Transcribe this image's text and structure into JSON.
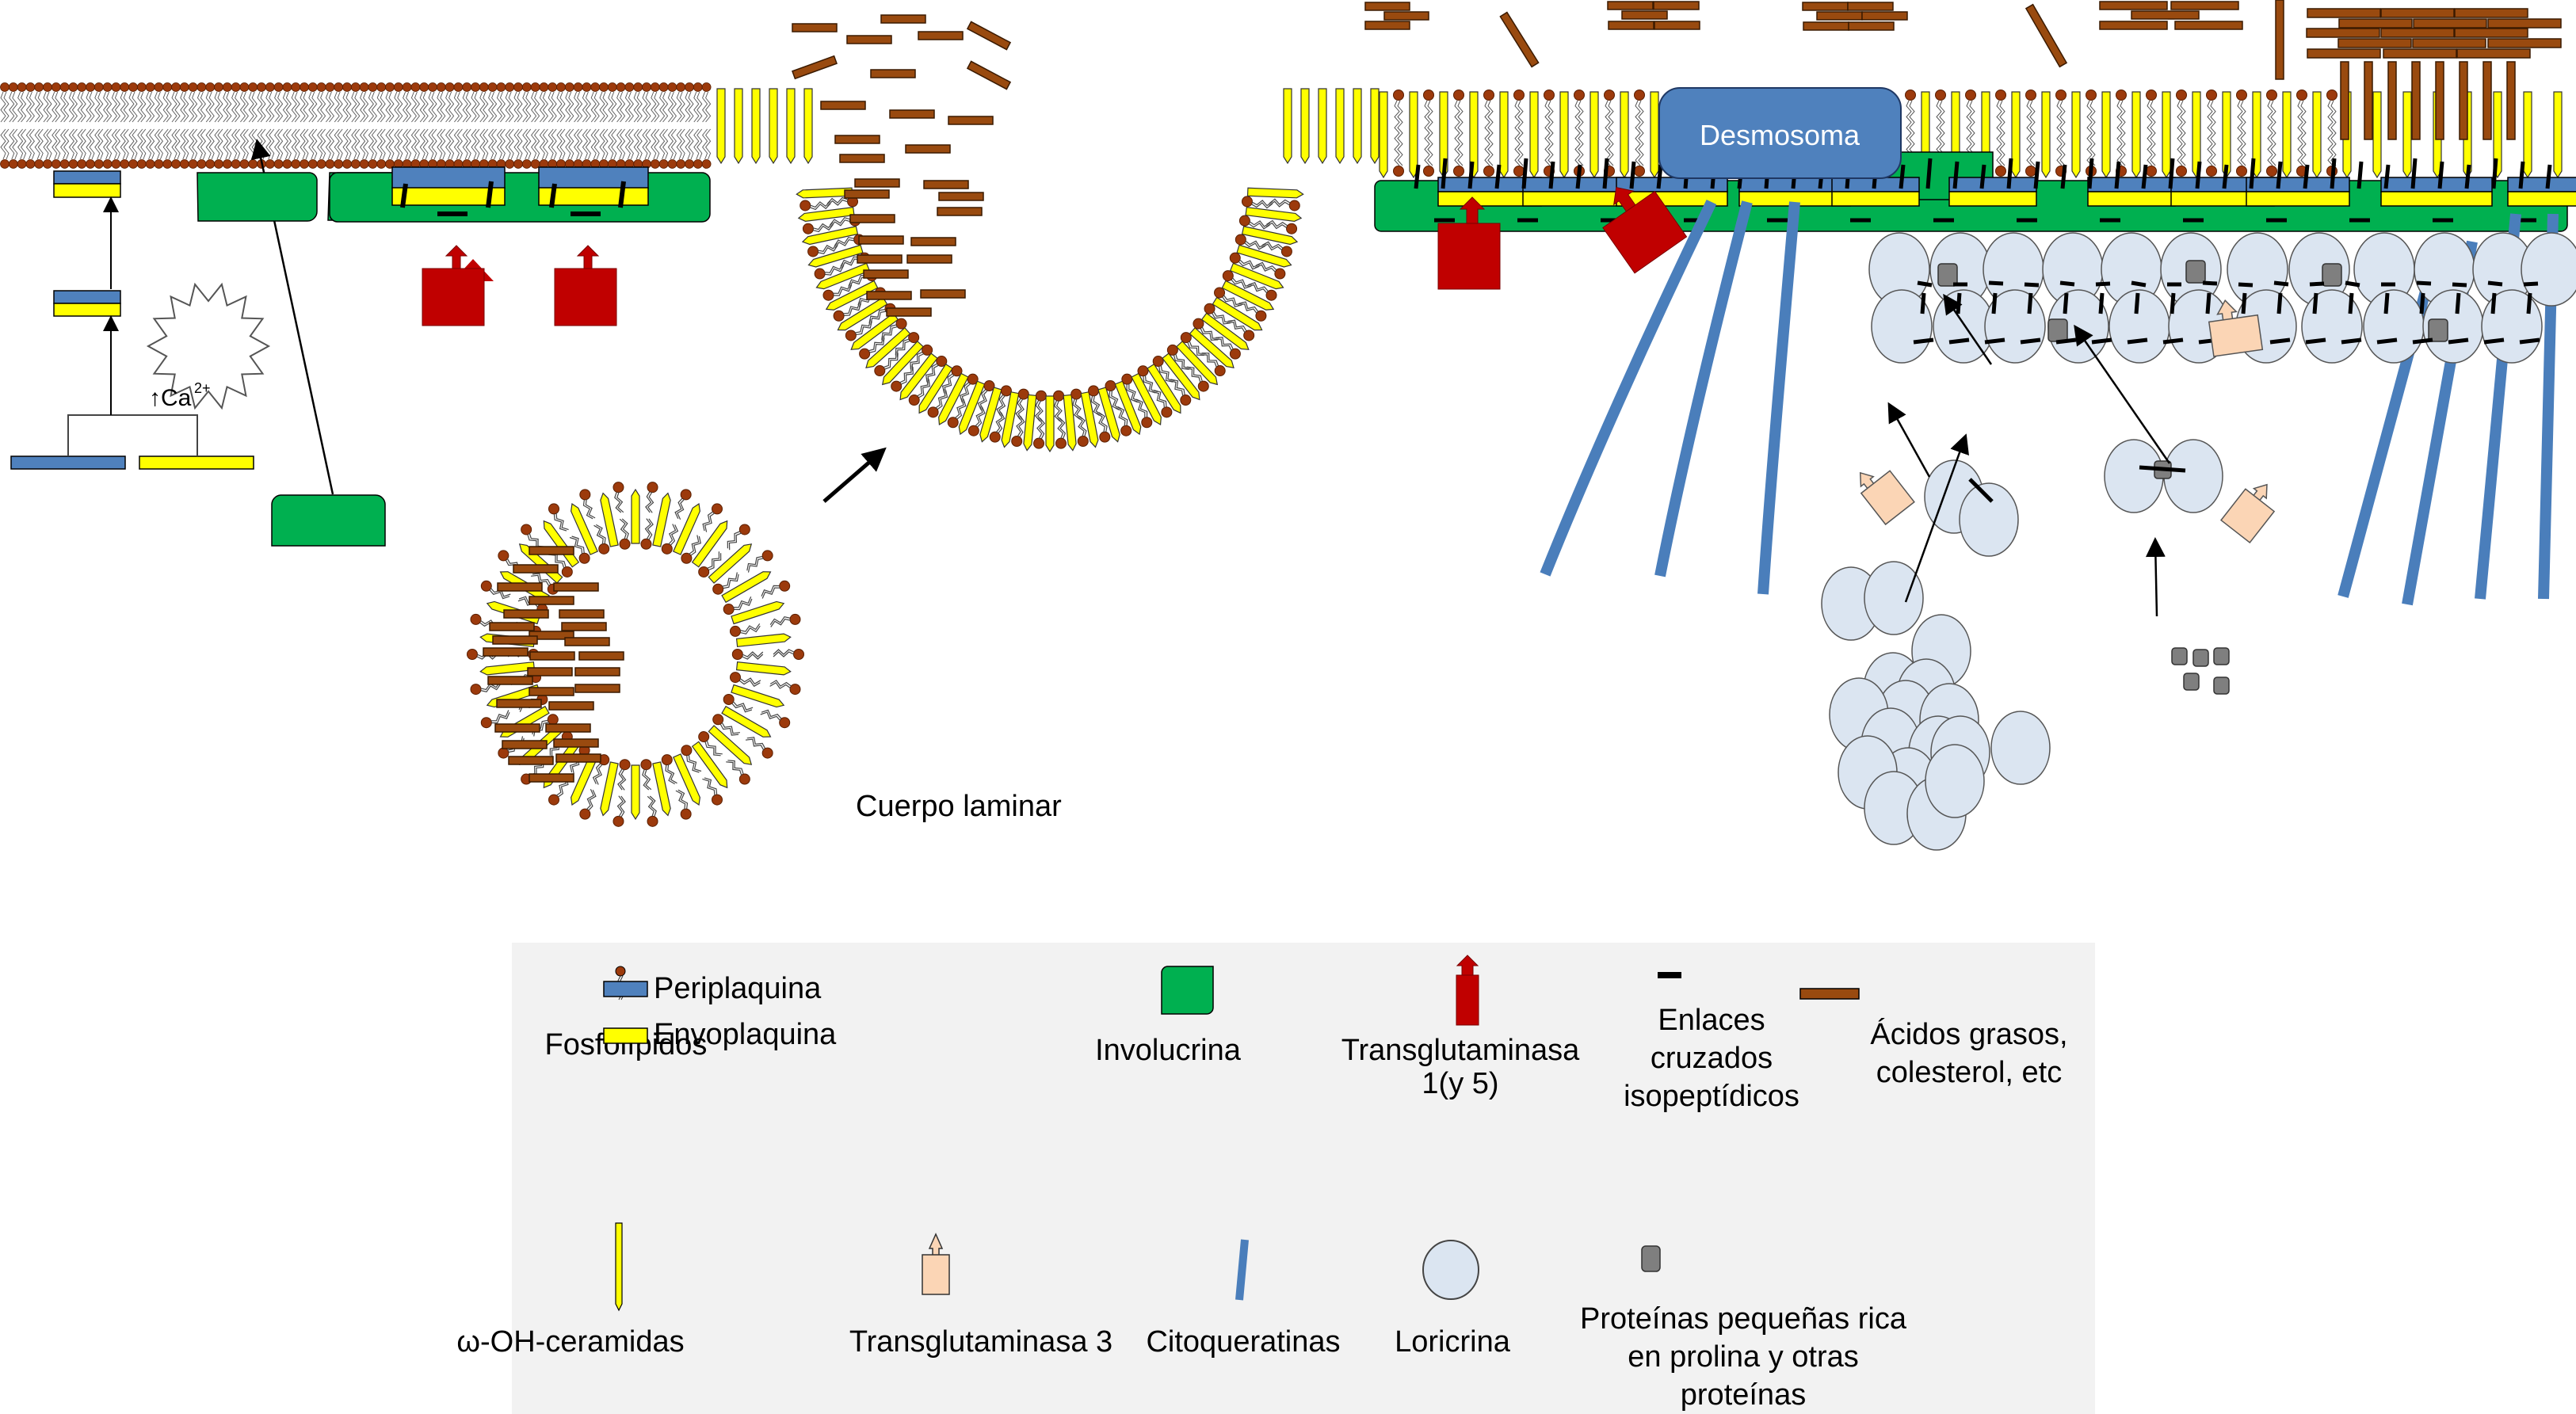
{
  "colors": {
    "phospholipid_head": "#9c3a0c",
    "periplakin": "#4f81bd",
    "envoplakin": "#ffff00",
    "involucrin": "#00b050",
    "transglutaminase1": "#c00000",
    "crosslink": "#000000",
    "lipid": "#994a0f",
    "ceramide": "#ffff00",
    "transglutaminase3": "#fbd5b5",
    "cytokeratin": "#4a7ebb",
    "loricrin": "#dbe5f1",
    "small_protein": "#7f7f7f",
    "legend_bg": "#f2f2f2"
  },
  "diagram": {
    "calcium_label": "↑Ca",
    "calcium_superscript": "2+",
    "desmosome_label": "Desmosoma",
    "lamellar_body_label": "Cuerpo laminar"
  },
  "legend": {
    "row1": [
      {
        "key": "phospholipids",
        "label": "Fosfolípidos"
      },
      {
        "key": "periplakin",
        "label": "Periplaquina"
      },
      {
        "key": "envoplakin",
        "label": "Envoplaquina"
      },
      {
        "key": "involucrin",
        "label": "Involucrina"
      },
      {
        "key": "transglutaminase1",
        "label_lines": [
          "Transglutaminasa",
          "1(y 5)"
        ]
      },
      {
        "key": "crosslinks",
        "label_lines": [
          "Enlaces",
          "cruzados",
          "isopeptídicos"
        ]
      },
      {
        "key": "lipids",
        "label_lines": [
          "Ácidos grasos,",
          "colesterol, etc"
        ]
      }
    ],
    "row2": [
      {
        "key": "ceramides",
        "label": "ω-OH-ceramidas"
      },
      {
        "key": "transglutaminase3",
        "label": "Transglutaminasa 3"
      },
      {
        "key": "cytokeratins",
        "label": "Citoqueratinas"
      },
      {
        "key": "loricrin",
        "label": "Loricrina"
      },
      {
        "key": "small_proteins",
        "label_lines": [
          "Proteínas pequeñas rica",
          "en prolina y otras",
          "proteínas"
        ]
      }
    ]
  }
}
